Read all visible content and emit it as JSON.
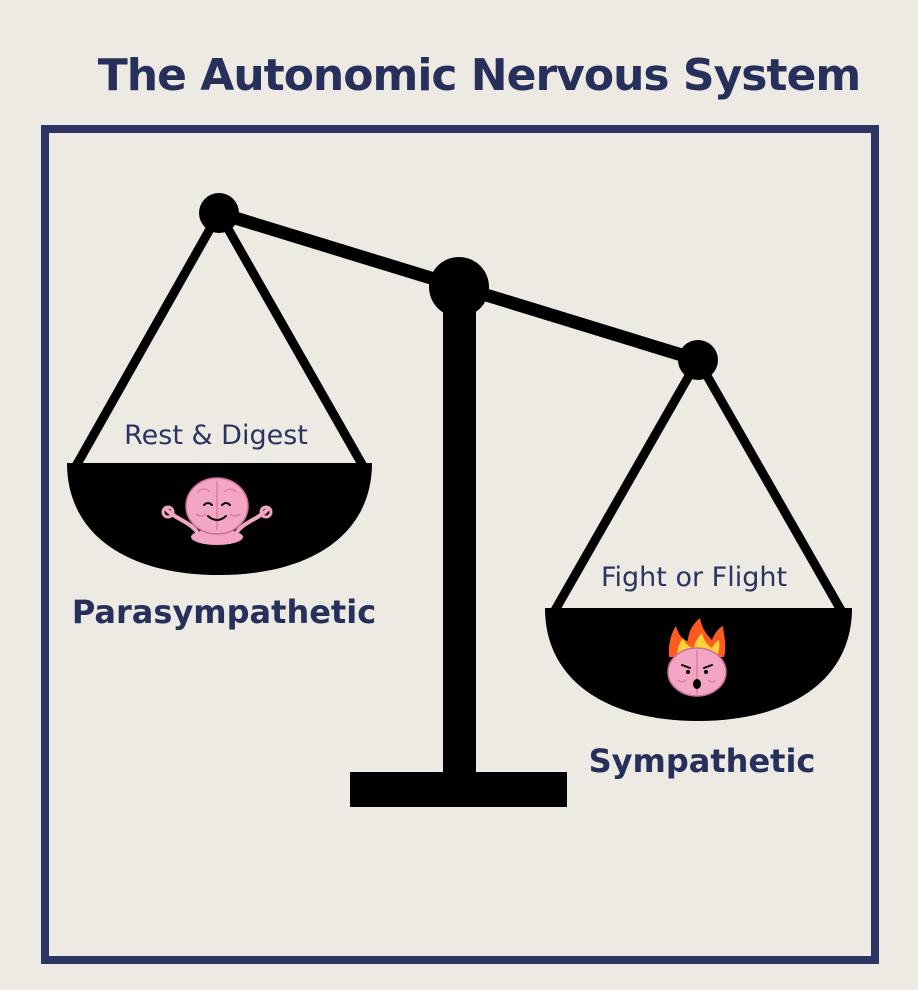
{
  "title": "The Autonomic Nervous System",
  "left_pan": {
    "caption": "Rest & Digest",
    "label": "Parasympathetic",
    "icon": "meditating-brain-icon"
  },
  "right_pan": {
    "caption": "Fight or Flight",
    "label": "Sympathetic",
    "icon": "stressed-brain-on-fire-icon"
  },
  "colors": {
    "background": "#edeae4",
    "frame": "#2c3563",
    "text": "#26305a",
    "scale": "#000000",
    "brain": "#f2a6c4"
  }
}
